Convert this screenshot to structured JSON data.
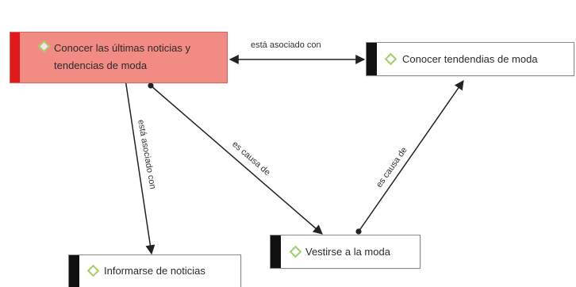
{
  "colors": {
    "primary_fill": "#f28b84",
    "primary_bar": "#e01a1a",
    "bar": "#111111",
    "diamond": "#9fcf6a",
    "edge": "#222222"
  },
  "nodes": {
    "main": {
      "line1": "Conocer las últimas noticias y",
      "line2": "tendencias de moda"
    },
    "tendencias": {
      "label": "Conocer tendendias de moda"
    },
    "vestirse": {
      "label": "Vestirse a la moda"
    },
    "informarse": {
      "label": "Informarse de noticias"
    }
  },
  "edges": {
    "main_tendencias": "está asociado con",
    "main_informarse": "está asociado con",
    "main_vestirse": "es causa de",
    "vestirse_tendencias": "es causa de"
  }
}
